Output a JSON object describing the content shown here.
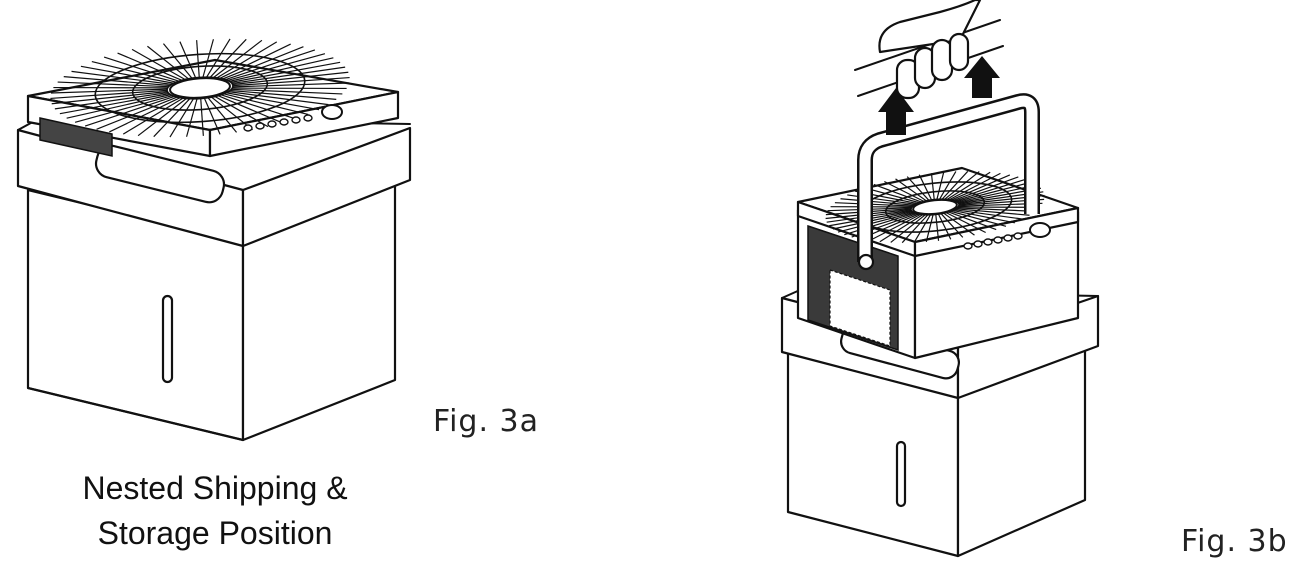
{
  "figures": [
    {
      "id": "3a",
      "label": "Fig. 3a",
      "caption_lines": [
        "Nested Shipping &",
        "Storage Position"
      ]
    },
    {
      "id": "3b",
      "label": "Fig. 3b"
    }
  ],
  "icons": {
    "fan_grille": "radial-grille-icon",
    "control_buttons": "button-dots-icon",
    "handle": "carry-handle-icon",
    "hand": "hand-icon",
    "lift_arrows": "arrow-up-icon"
  }
}
